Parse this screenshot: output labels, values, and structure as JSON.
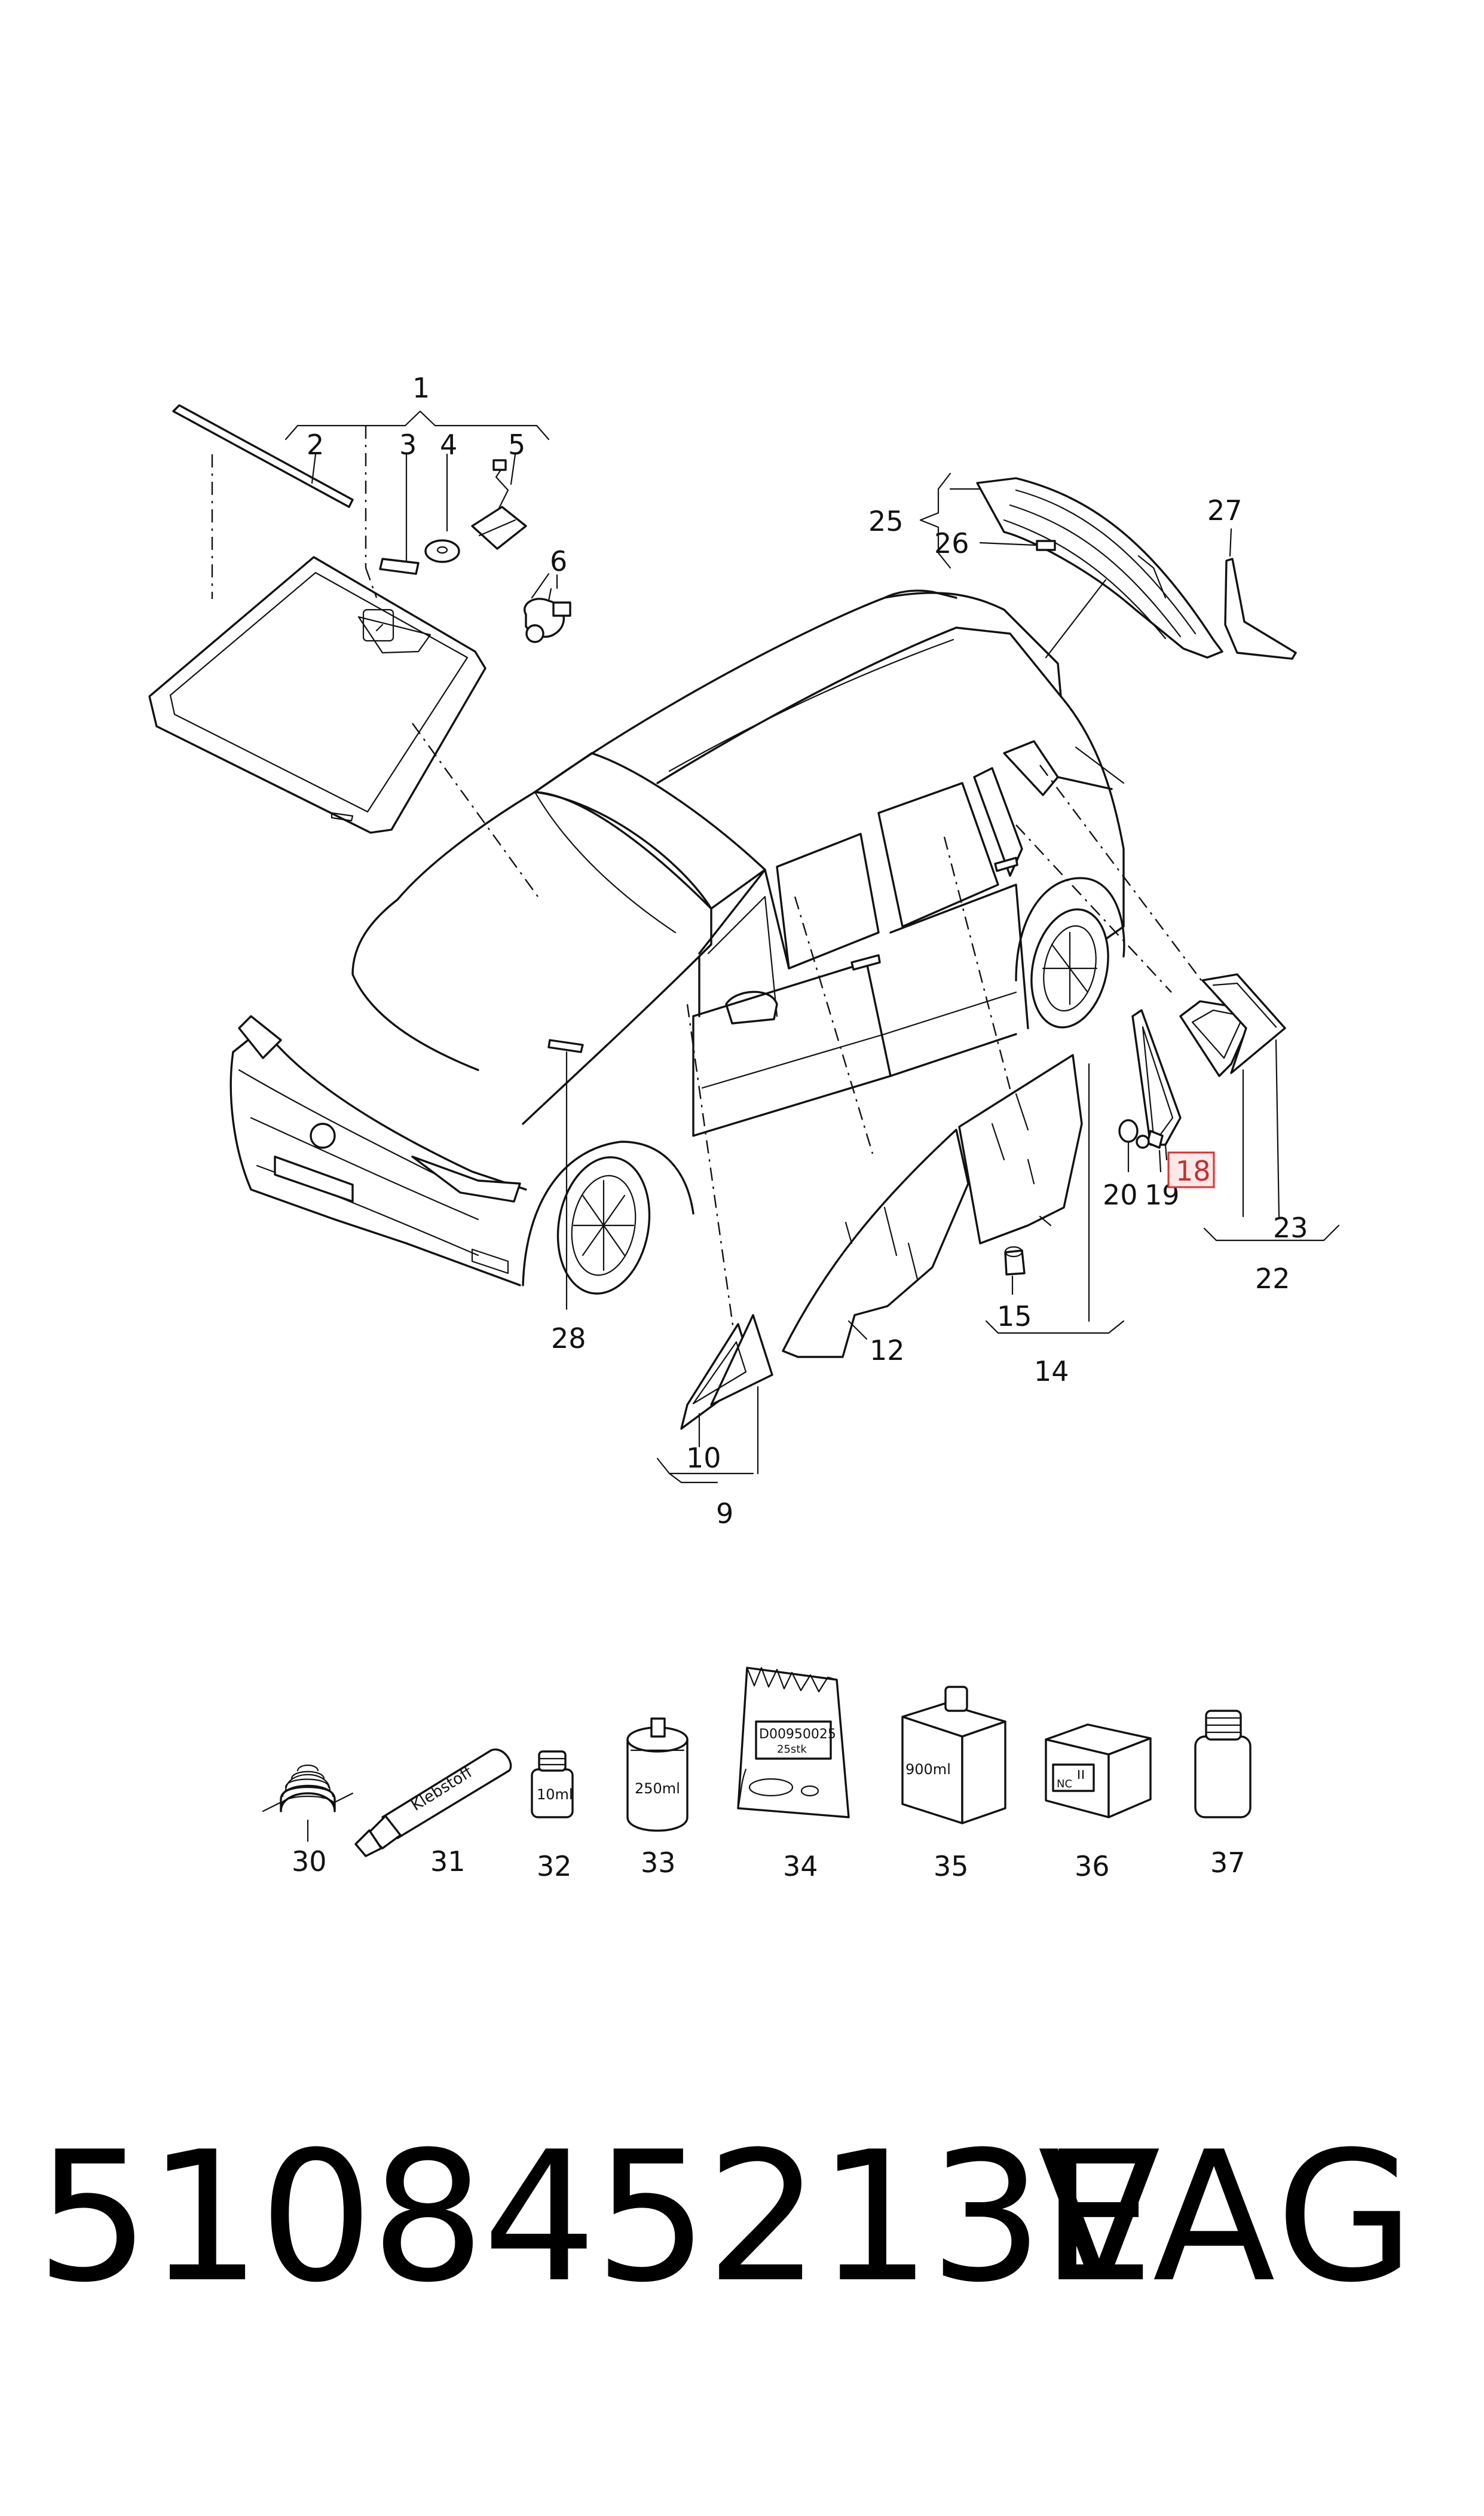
{
  "callouts": {
    "c1": "1",
    "c2": "2",
    "c3": "3",
    "c4": "4",
    "c5": "5",
    "c6": "6",
    "c9": "9",
    "c10": "10",
    "c12": "12",
    "c14": "14",
    "c15": "15",
    "c18": "18",
    "c19": "19",
    "c20": "20",
    "c22": "22",
    "c23": "23",
    "c25": "25",
    "c26": "26",
    "c27": "27",
    "c28": "28",
    "c30": "30",
    "c31": "31",
    "c32": "32",
    "c33": "33",
    "c34": "34",
    "c35": "35",
    "c36": "36",
    "c37": "37"
  },
  "highlighted_callout": "18",
  "highlight_color": "#e03030",
  "product_labels": {
    "tube": "Klebstoff",
    "small_bottle": "10ml",
    "can": "250ml",
    "bag_code": "D00950025",
    "bag_qty": "25stk",
    "box": "900ml",
    "box_small": "NC"
  },
  "footer": {
    "part_number": "510845213E",
    "brand": "VAG"
  }
}
